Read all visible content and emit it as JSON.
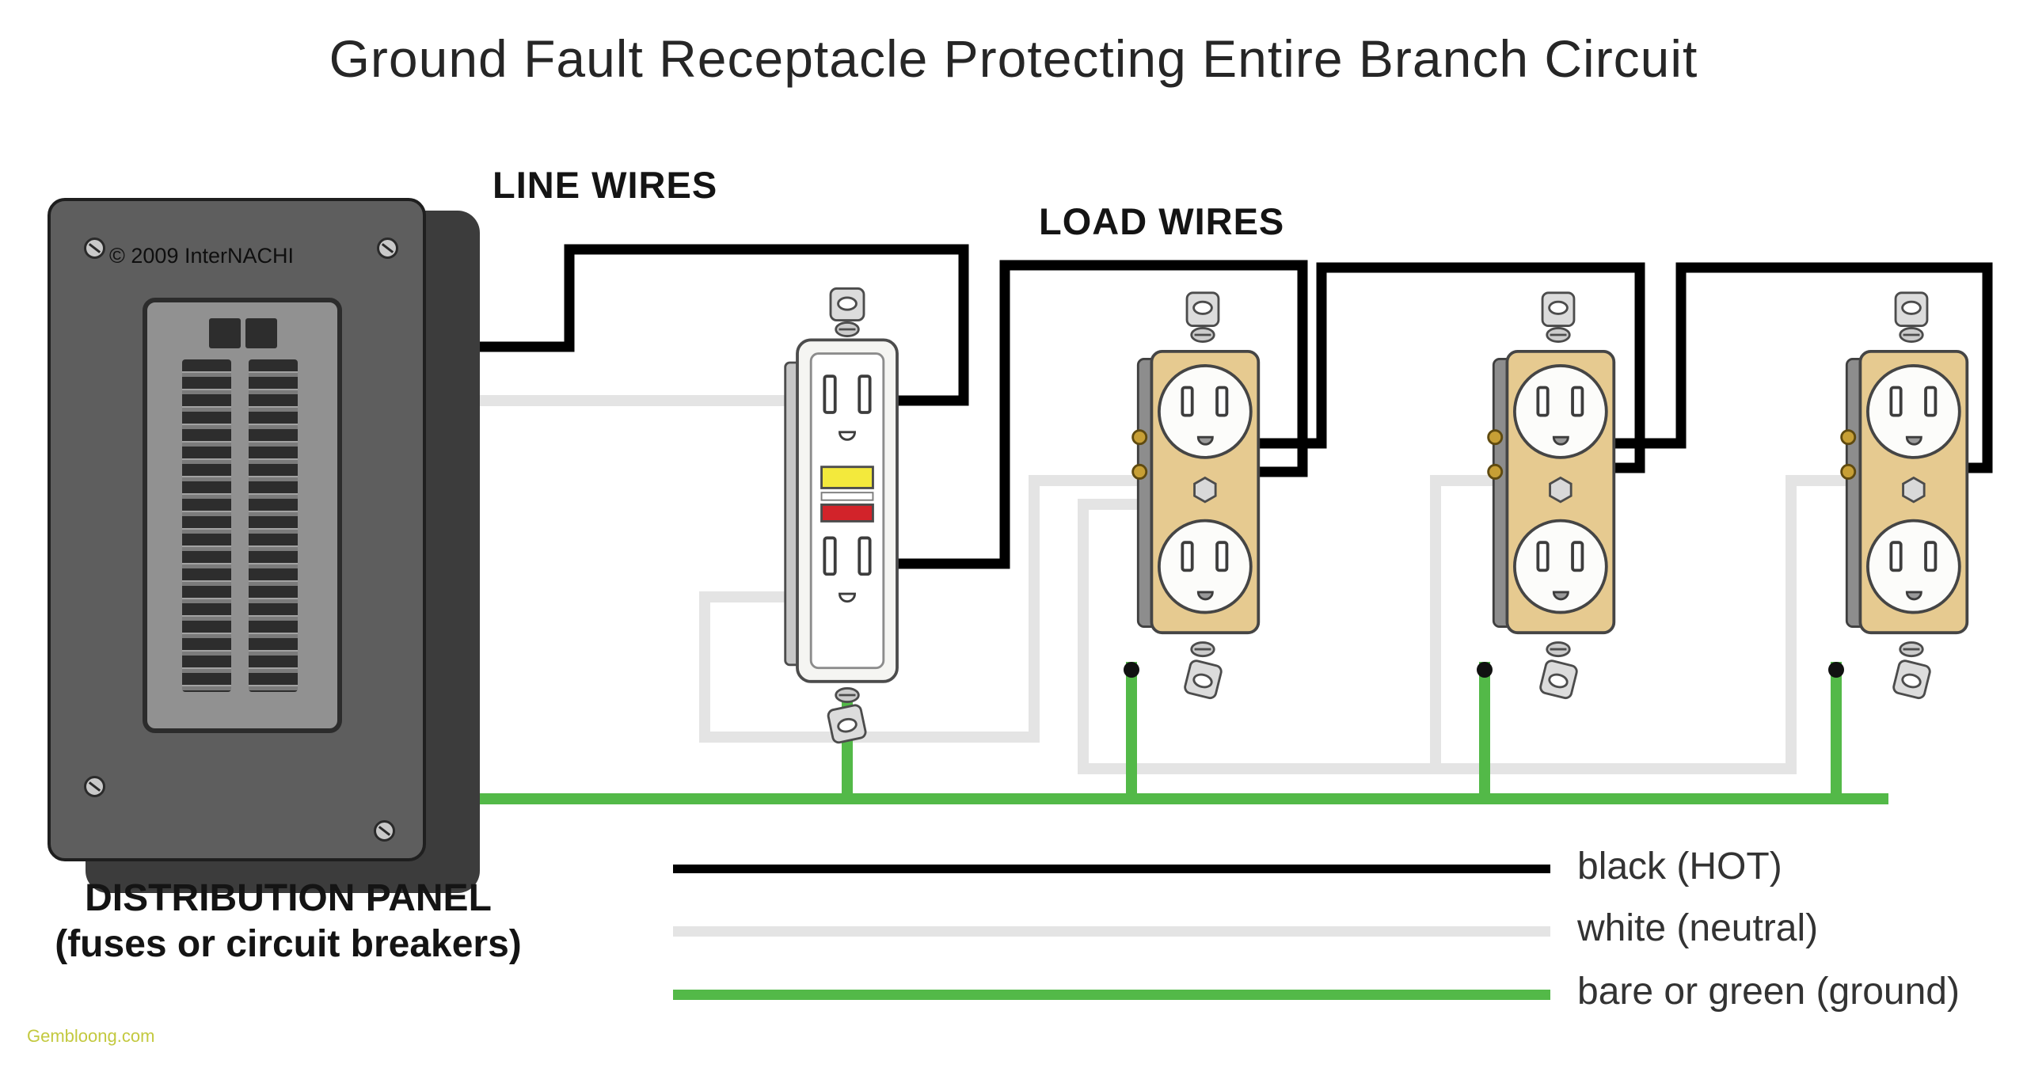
{
  "title": "Ground Fault Receptacle Protecting Entire Branch Circuit",
  "annotations": {
    "line_wires": "LINE WIRES",
    "load_wires": "LOAD WIRES",
    "copyright": "© 2009 InterNACHI",
    "panel_caption_line1": "DISTRIBUTION PANEL",
    "panel_caption_line2": "(fuses or circuit breakers)",
    "watermark": "Gembloong.com"
  },
  "legend": {
    "items": [
      {
        "label": "black (HOT)",
        "color": "#000000"
      },
      {
        "label": "white (neutral)",
        "color": "#e4e4e4"
      },
      {
        "label": "bare or green (ground)",
        "color": "#53b948"
      }
    ]
  },
  "colors": {
    "hot_wire": "#000000",
    "neutral_wire": "#e4e4e4",
    "ground_wire": "#53b948",
    "connector_dot": "#111111",
    "panel_body": "#5e5e5e",
    "panel_side": "#3c3c3c",
    "breaker_door": "#919191",
    "breaker": "#2d2d2d",
    "receptacle_body": "#e6ca90",
    "gfci_body": "#f5f5f2",
    "gfci_button_yellow": "#f3e93c",
    "gfci_button_red": "#d2232a"
  },
  "components": {
    "distribution_panel": "distribution panel with circuit breakers",
    "gfci_receptacle": "GFCI receptacle",
    "duplex_receptacles": [
      "duplex receptacle 1",
      "duplex receptacle 2",
      "duplex receptacle 3"
    ]
  }
}
